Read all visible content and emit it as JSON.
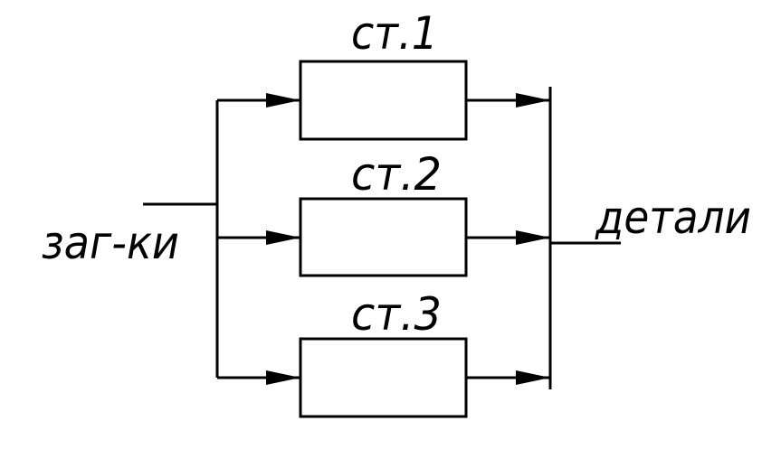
{
  "diagram": {
    "input_label": "заг-ки",
    "output_label": "детали",
    "stations": [
      {
        "label": "ст.1"
      },
      {
        "label": "ст.2"
      },
      {
        "label": "ст.3"
      }
    ]
  },
  "colors": {
    "line": "#000000",
    "background": "#ffffff"
  }
}
